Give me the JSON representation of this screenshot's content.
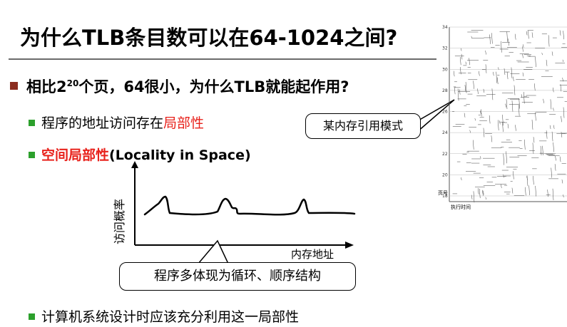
{
  "title": "为什么TLB条目数可以在64-1024之间?",
  "bullet1": {
    "prefix": "相比2",
    "exp": "20",
    "suffix": "个页，64很小，为什么TLB就能起作用?"
  },
  "bullet2": {
    "prefix": "程序的地址访问存在",
    "highlight": "局部性"
  },
  "bullet3": {
    "highlight": "空间局部性",
    "suffix": "(Locality in Space)"
  },
  "bullet4": "计算机系统设计时应该充分利用这一局部性",
  "graph": {
    "ylabel": "访问概率",
    "xlabel": "内存地址"
  },
  "callout_memory": "某内存引用模式",
  "callout_structure": "程序多体现为循环、顺序结构",
  "figure": {
    "y_ticks": [
      "34",
      "32",
      "30",
      "28",
      "26",
      "24",
      "22",
      "20",
      "18"
    ],
    "ylabel": "页号",
    "xlabel": "执行时间"
  }
}
